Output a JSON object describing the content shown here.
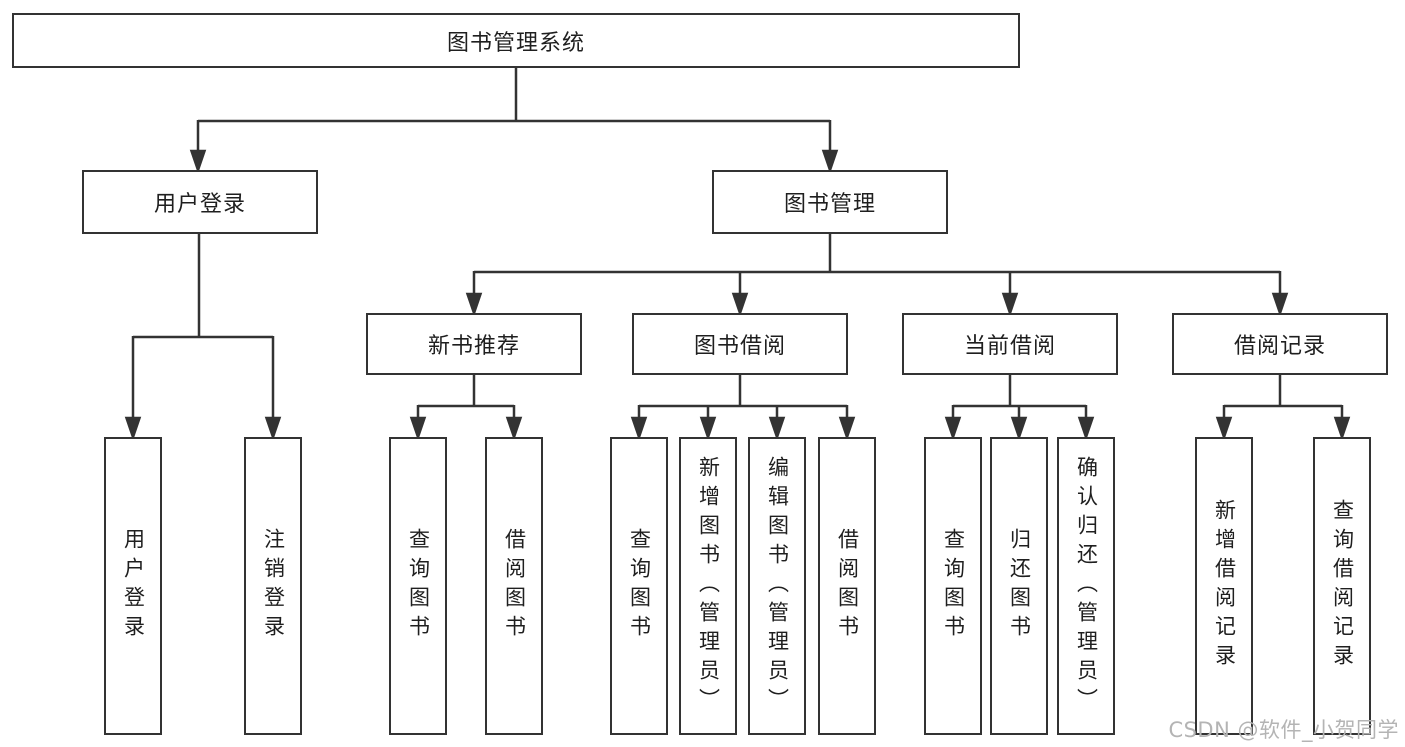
{
  "colors": {
    "line": "#333333",
    "box_border": "#333333",
    "text": "#1f1f1f",
    "watermark": "#b4b4b4",
    "background": "#ffffff"
  },
  "tree": {
    "root": {
      "label": "图书管理系统"
    },
    "children": [
      {
        "label": "用户登录",
        "children": [
          {
            "label": "用户登录"
          },
          {
            "label": "注销登录"
          }
        ]
      },
      {
        "label": "图书管理",
        "children": [
          {
            "label": "新书推荐",
            "children": [
              {
                "label": "查询图书"
              },
              {
                "label": "借阅图书"
              }
            ]
          },
          {
            "label": "图书借阅",
            "children": [
              {
                "label": "查询图书"
              },
              {
                "label": "新增图书（管理员）"
              },
              {
                "label": "编辑图书（管理员）"
              },
              {
                "label": "借阅图书"
              }
            ]
          },
          {
            "label": "当前借阅",
            "children": [
              {
                "label": "查询图书"
              },
              {
                "label": "归还图书"
              },
              {
                "label": "确认归还（管理员）"
              }
            ]
          },
          {
            "label": "借阅记录",
            "children": [
              {
                "label": "新增借阅记录"
              },
              {
                "label": "查询借阅记录"
              }
            ]
          }
        ]
      }
    ]
  },
  "watermark": {
    "text": "CSDN @软件_小贺同学"
  }
}
